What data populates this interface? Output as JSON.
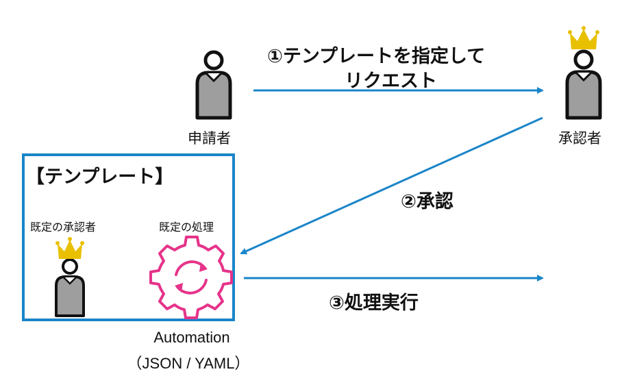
{
  "requester": {
    "label": "申請者"
  },
  "approver": {
    "label": "承認者"
  },
  "step1": {
    "line1": "①テンプレートを指定して",
    "line2": "リクエスト"
  },
  "step2": {
    "label": "②承認"
  },
  "step3": {
    "label": "③処理実行"
  },
  "template": {
    "title": "【テンプレート】",
    "default_approver": "既定の承認者",
    "default_process": "既定の処理"
  },
  "automation": {
    "line1": "Automation",
    "line2": "（JSON / YAML）"
  },
  "colors": {
    "arrow": "#1a85c8",
    "box": "#1a85c8",
    "gear": "#e6338a",
    "crown": "#e8c000",
    "person_body": "#9e9e9e"
  }
}
